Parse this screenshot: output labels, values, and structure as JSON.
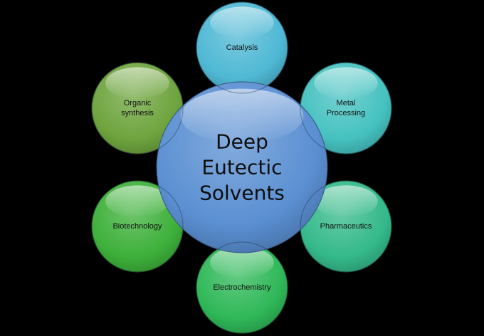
{
  "center": {
    "lines": [
      "Deep",
      "Eutectic",
      "Solvents"
    ],
    "color": "#5A8FD2"
  },
  "nodes": [
    {
      "id": "catalysis",
      "lines": [
        "Catalysis"
      ],
      "color": "#4FB8D4"
    },
    {
      "id": "metal-processing",
      "lines": [
        "Metal",
        "Processing"
      ],
      "color": "#45C2C0"
    },
    {
      "id": "pharmaceutics",
      "lines": [
        "Pharmaceutics"
      ],
      "color": "#34B98A"
    },
    {
      "id": "electrochemistry",
      "lines": [
        "Electrochemistry"
      ],
      "color": "#2FB858"
    },
    {
      "id": "biotechnology",
      "lines": [
        "Biotechnology"
      ],
      "color": "#3DB03A"
    },
    {
      "id": "organic-synthesis",
      "lines": [
        "Organic",
        "synthesis"
      ],
      "color": "#6EA43E"
    }
  ]
}
